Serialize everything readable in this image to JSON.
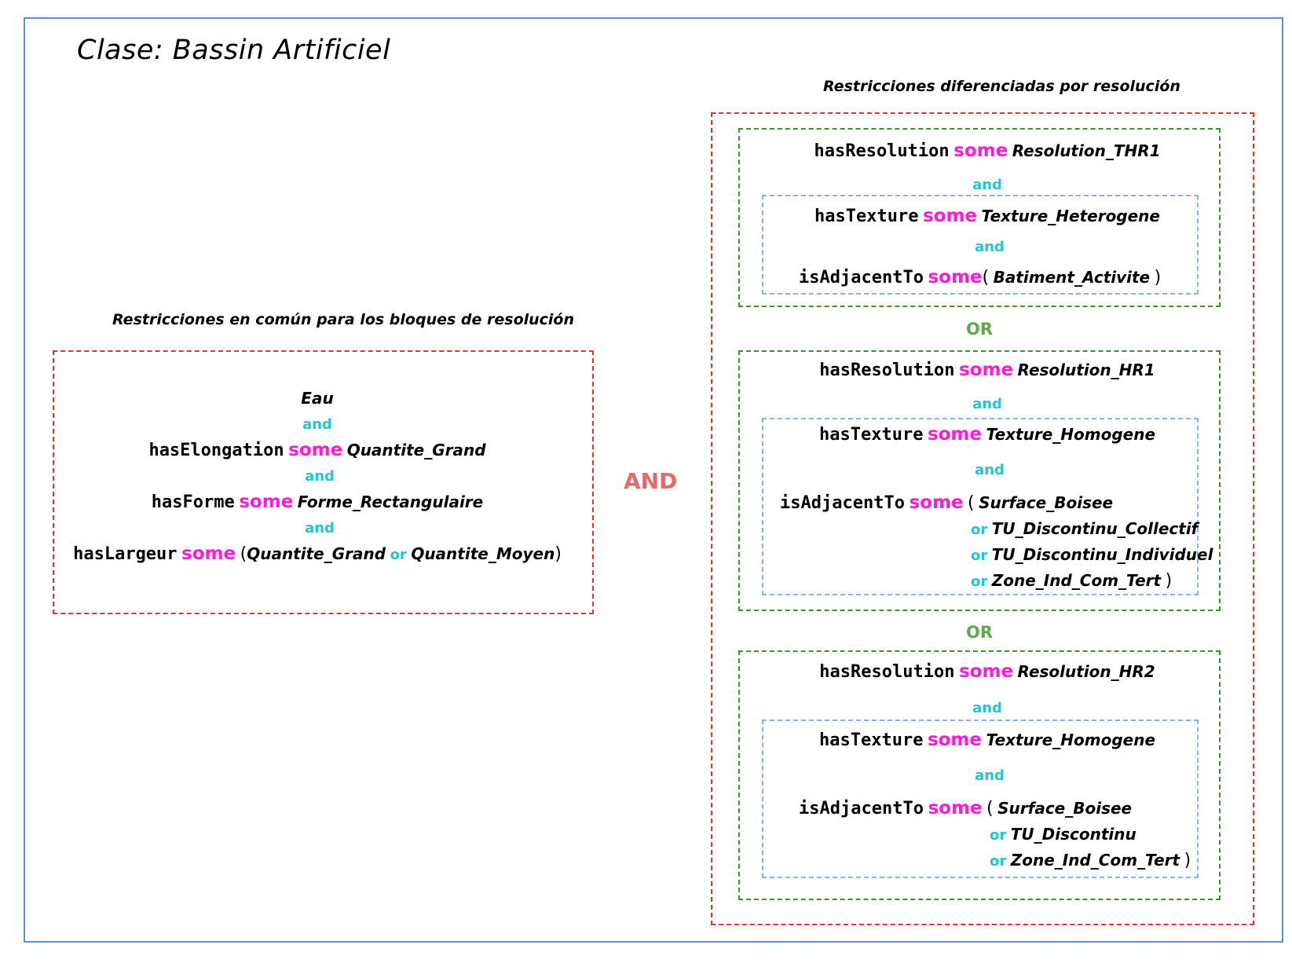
{
  "title": "Clase: Bassin Artificiel",
  "common": {
    "header": "Restricciones en común para los bloques de resolución",
    "class_name": "Eau",
    "and": "and",
    "lines": [
      {
        "prop": "hasElongation",
        "kw": "some",
        "value": "Quantite_Grand"
      },
      {
        "prop": "hasForme",
        "kw": "some",
        "value": "Forme_Rectangulaire"
      }
    ],
    "largeur": {
      "prop": "hasLargeur",
      "kw": "some",
      "open": "(",
      "v1": "Quantite_Grand",
      "or": "or",
      "v2": "Quantite_Moyen",
      "close": ")"
    }
  },
  "center_and": "AND",
  "diff": {
    "header": "Restricciones diferenciadas por resolución",
    "or_label": "OR",
    "and": "and",
    "blocks": [
      {
        "resolution": {
          "prop": "hasResolution",
          "kw": "some",
          "value": "Resolution_THR1"
        },
        "texture": {
          "prop": "hasTexture",
          "kw": "some",
          "value": "Texture_Heterogene"
        },
        "adjacent": {
          "prop": "isAdjacentTo",
          "kw": "some",
          "open": "(",
          "first": "Batiment_Activite",
          "rest": [],
          "close": ")"
        }
      },
      {
        "resolution": {
          "prop": "hasResolution",
          "kw": "some",
          "value": "Resolution_HR1"
        },
        "texture": {
          "prop": "hasTexture",
          "kw": "some",
          "value": "Texture_Homogene"
        },
        "adjacent": {
          "prop": "isAdjacentTo",
          "kw": "some",
          "open": "(",
          "first": "Surface_Boisee",
          "rest": [
            "TU_Discontinu_Collectif",
            "TU_Discontinu_Individuel",
            "Zone_Ind_Com_Tert"
          ],
          "or": "or",
          "close": ")"
        }
      },
      {
        "resolution": {
          "prop": "hasResolution",
          "kw": "some",
          "value": "Resolution_HR2"
        },
        "texture": {
          "prop": "hasTexture",
          "kw": "some",
          "value": "Texture_Homogene"
        },
        "adjacent": {
          "prop": "isAdjacentTo",
          "kw": "some",
          "open": "(",
          "first": "Surface_Boisee",
          "rest": [
            "TU_Discontinu",
            "Zone_Ind_Com_Tert"
          ],
          "or": "or",
          "close": ")"
        }
      }
    ]
  }
}
